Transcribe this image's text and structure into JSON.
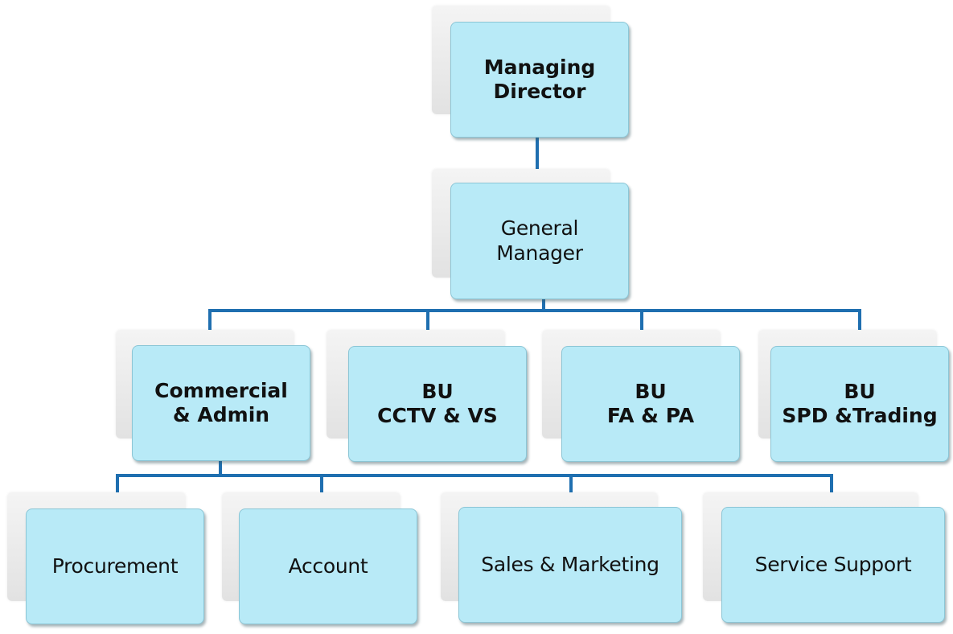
{
  "chart": {
    "nodes": {
      "md": "Managing\nDirector",
      "gm": "General\nManager",
      "ca": "Commercial\n& Admin",
      "bu1": "BU\nCCTV  & VS",
      "bu2": "BU\nFA  & PA",
      "bu3": "BU\nSPD &Trading",
      "proc": "Procurement",
      "acct": "Account",
      "sales": "Sales & Marketing",
      "svc": "Service   Support"
    }
  },
  "colors": {
    "box_fill": "#b8eaf7",
    "box_border": "#8cc6d6",
    "connector": "#1f6fb0",
    "shadow_box": "#e6e6e6"
  }
}
